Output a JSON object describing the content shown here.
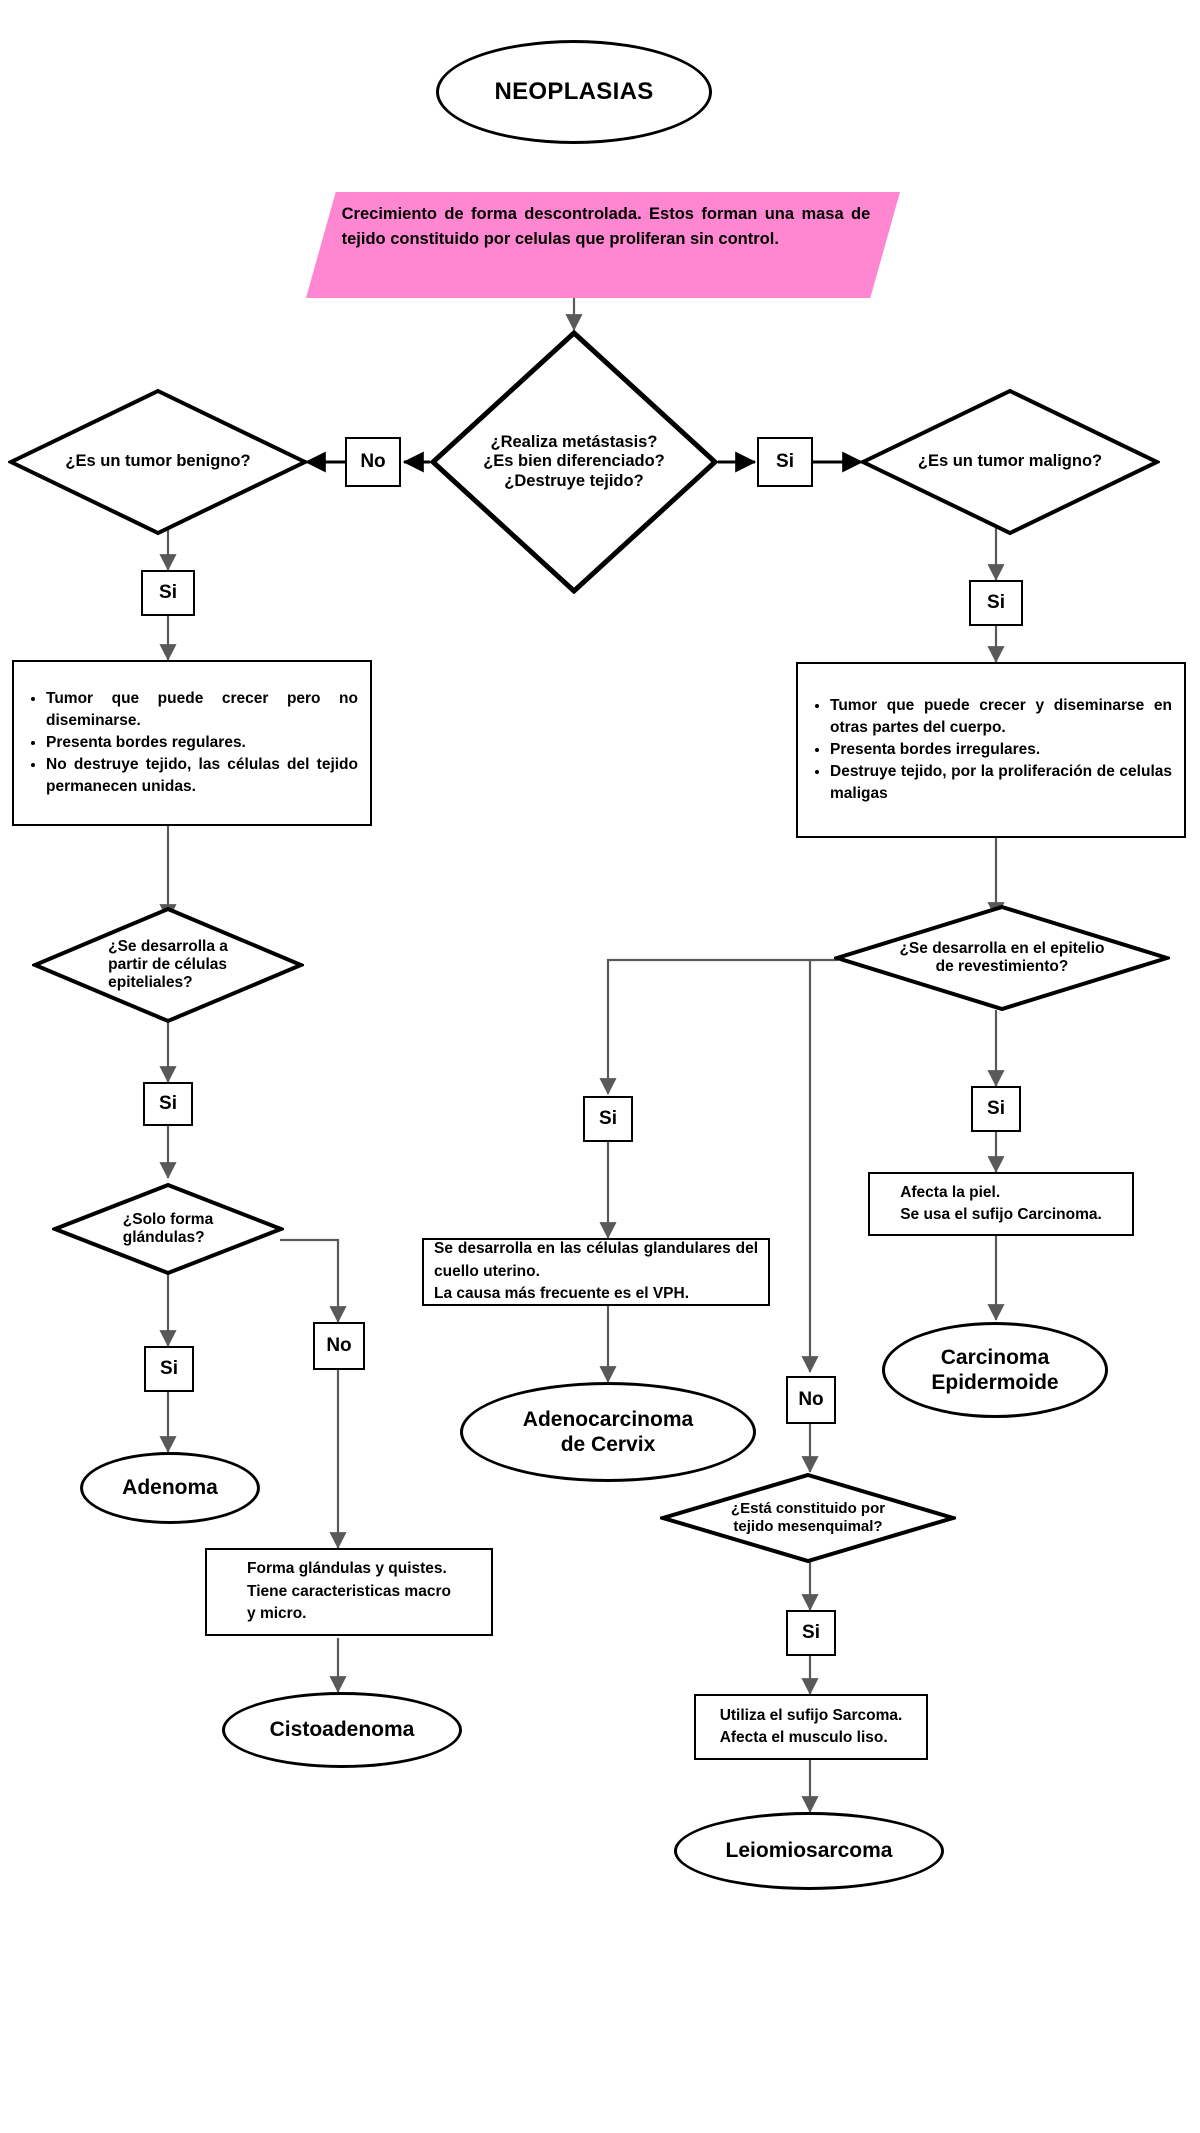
{
  "diagram": {
    "title": "NEOPLASIAS",
    "type": "flowchart",
    "colors": {
      "accent_pink": "#FF87D1",
      "stroke": "#000000",
      "arrow": "#595959",
      "background": "#FFFFFF"
    }
  },
  "nodes": {
    "start": {
      "label": "NEOPLASIAS",
      "shape": "ellipse"
    },
    "definition": {
      "shape": "parallelogram",
      "lines": [
        "Crecimiento de forma descontrolada. Estos",
        "forman una masa de tejido constituido por",
        "celulas que proliferan sin control."
      ],
      "text": "Crecimiento de forma descontrolada. Estos forman una masa de tejido constituido por celulas que proliferan sin control."
    },
    "main_decision": {
      "shape": "diamond",
      "lines": [
        "¿Realiza metástasis?",
        "¿Es bien diferenciado?",
        "¿Destruye tejido?"
      ]
    },
    "tag_no_left": {
      "label": "No"
    },
    "tag_si_right": {
      "label": "Si"
    },
    "benign_decision": {
      "shape": "diamond",
      "lines": [
        "¿Es un tumor benigno?"
      ]
    },
    "malignant_decision": {
      "shape": "diamond",
      "lines": [
        "¿Es un tumor maligno?"
      ]
    },
    "tag_si_benign": {
      "label": "Si"
    },
    "tag_si_malignant": {
      "label": "Si"
    },
    "benign_traits": {
      "shape": "rect",
      "bullets": [
        "Tumor que puede crecer pero no diseminarse.",
        "Presenta bordes regulares.",
        "No destruye tejido, las células del tejido permanecen unidas."
      ]
    },
    "malignant_traits": {
      "shape": "rect",
      "bullets": [
        "Tumor que puede crecer y diseminarse en otras partes del cuerpo.",
        "Presenta bordes irregulares.",
        "Destruye tejido, por la proliferación de celulas maligas"
      ]
    },
    "epithelial_decision": {
      "shape": "diamond",
      "lines": [
        "¿Se desarrolla a",
        "partir de células",
        "epiteliales?"
      ]
    },
    "lining_epithelium_decision": {
      "shape": "diamond",
      "lines": [
        "¿Se desarrolla en el epitelio",
        "de revestimiento?"
      ]
    },
    "tag_si_epithelial": {
      "label": "Si"
    },
    "tag_si_cervix": {
      "label": "Si"
    },
    "tag_si_lining": {
      "label": "Si"
    },
    "tag_no_lining": {
      "label": "No"
    },
    "glands_decision": {
      "shape": "diamond",
      "lines": [
        "¿Solo forma",
        "glándulas?"
      ]
    },
    "tag_si_glands": {
      "label": "Si"
    },
    "tag_no_glands": {
      "label": "No"
    },
    "cervix_note": {
      "shape": "rect",
      "lines": [
        "Se desarrolla en las células glandulares del cuello uterino.",
        "La causa más frecuente es el VPH."
      ]
    },
    "skin_note": {
      "shape": "rect",
      "lines": [
        "Afecta la piel.",
        "Se usa el sufijo Carcinoma."
      ]
    },
    "adenocarcinoma": {
      "shape": "ellipse",
      "lines": [
        "Adenocarcinoma",
        "de Cervix"
      ]
    },
    "carcinoma_epidermoide": {
      "shape": "ellipse",
      "lines": [
        "Carcinoma",
        "Epidermoide"
      ]
    },
    "adenoma": {
      "shape": "ellipse",
      "lines": [
        "Adenoma"
      ]
    },
    "cysts_note": {
      "shape": "rect",
      "lines": [
        "Forma glándulas y quistes.",
        "Tiene caracteristicas macro",
        "y micro."
      ]
    },
    "cistoadenoma": {
      "shape": "ellipse",
      "lines": [
        "Cistoadenoma"
      ]
    },
    "mesenchymal_decision": {
      "shape": "diamond",
      "lines": [
        "¿Está constituido por",
        "tejido mesenquimal?"
      ]
    },
    "tag_si_mesenchymal": {
      "label": "Si"
    },
    "sarcoma_note": {
      "shape": "rect",
      "lines": [
        "Utiliza el sufijo Sarcoma.",
        "Afecta el musculo liso."
      ]
    },
    "leiomiosarcoma": {
      "shape": "ellipse",
      "lines": [
        "Leiomiosarcoma"
      ]
    }
  }
}
